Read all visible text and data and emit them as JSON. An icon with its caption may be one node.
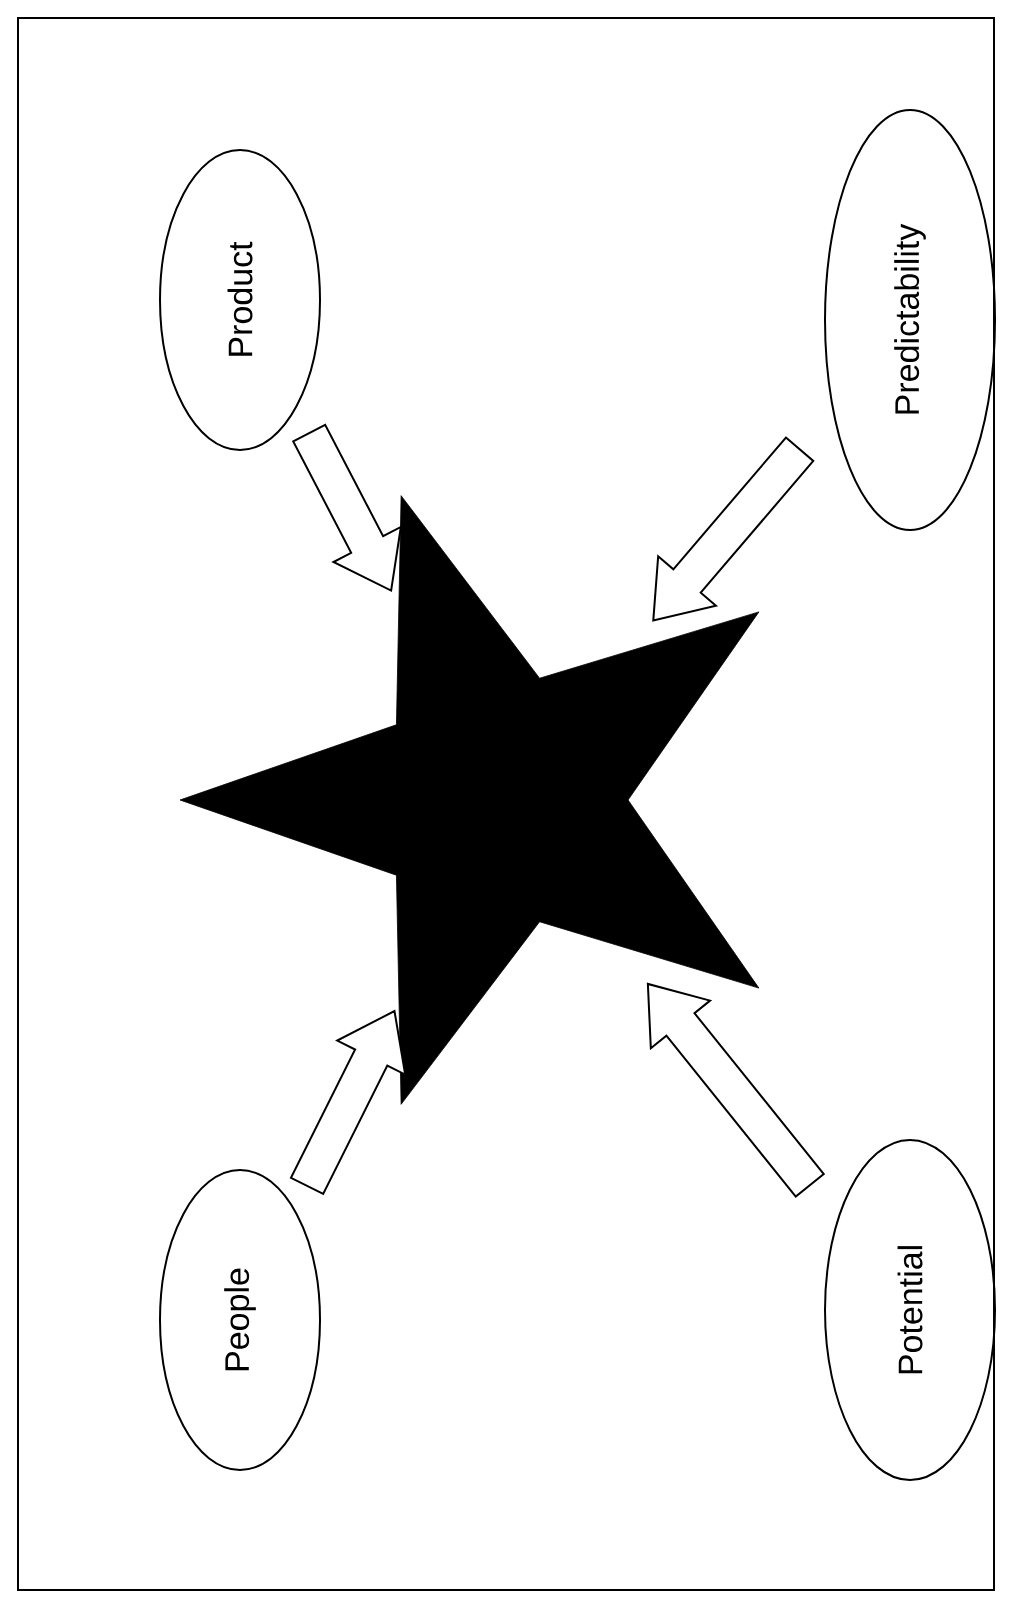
{
  "diagram": {
    "nodes": [
      {
        "text": [
          "Product"
        ]
      },
      {
        "text": [
          "Predictability"
        ]
      },
      {
        "text": [],
        "shape": "star"
      },
      {
        "text": [
          "People"
        ]
      },
      {
        "text": [
          "Potential"
        ]
      }
    ],
    "edges": [
      {
        "from": 0,
        "to": 2,
        "arrow": "to"
      },
      {
        "from": 1,
        "to": 2,
        "arrow": "to"
      },
      {
        "from": 3,
        "to": 2,
        "arrow": "to"
      },
      {
        "from": 4,
        "to": 2,
        "arrow": "to"
      }
    ]
  }
}
